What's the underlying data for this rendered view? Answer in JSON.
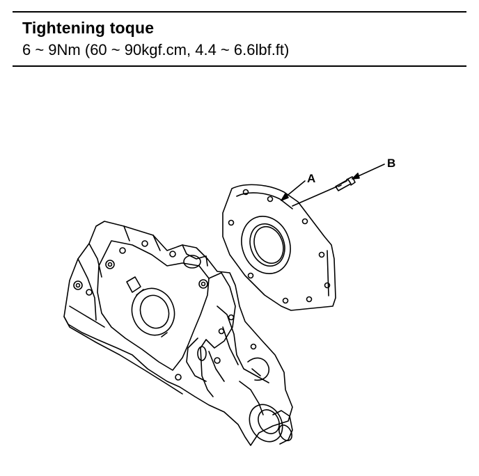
{
  "spec": {
    "title": "Tightening toque",
    "value": "6 ~ 9Nm (60 ~ 90kgf.cm, 4.4 ~ 6.6lbf.ft)"
  },
  "diagram": {
    "callouts": {
      "a": "A",
      "b": "B"
    }
  }
}
